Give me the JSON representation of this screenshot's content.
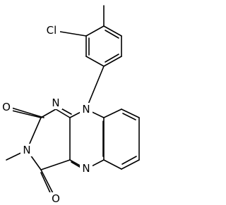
{
  "molecule": {
    "atom_labels": {
      "cl": "Cl",
      "n10": "N",
      "n1": "N",
      "n3": "N",
      "n5": "N",
      "o2": "O",
      "o4": "O"
    },
    "colors": {
      "bond": "#000000",
      "label": "#000000",
      "background": "#ffffff"
    }
  }
}
